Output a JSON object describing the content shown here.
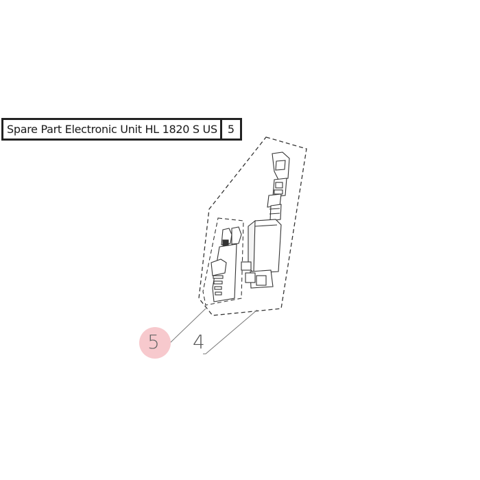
{
  "label": {
    "title": "Spare Part Electronic Unit HL 1820 S US",
    "number": "5"
  },
  "callouts": [
    {
      "id": "5",
      "text": "5",
      "highlighted": true
    },
    {
      "id": "4",
      "text": "4",
      "highlighted": false
    }
  ],
  "colors": {
    "line": "#333333",
    "highlight": "#f7c9cd",
    "frame": "#222222"
  }
}
